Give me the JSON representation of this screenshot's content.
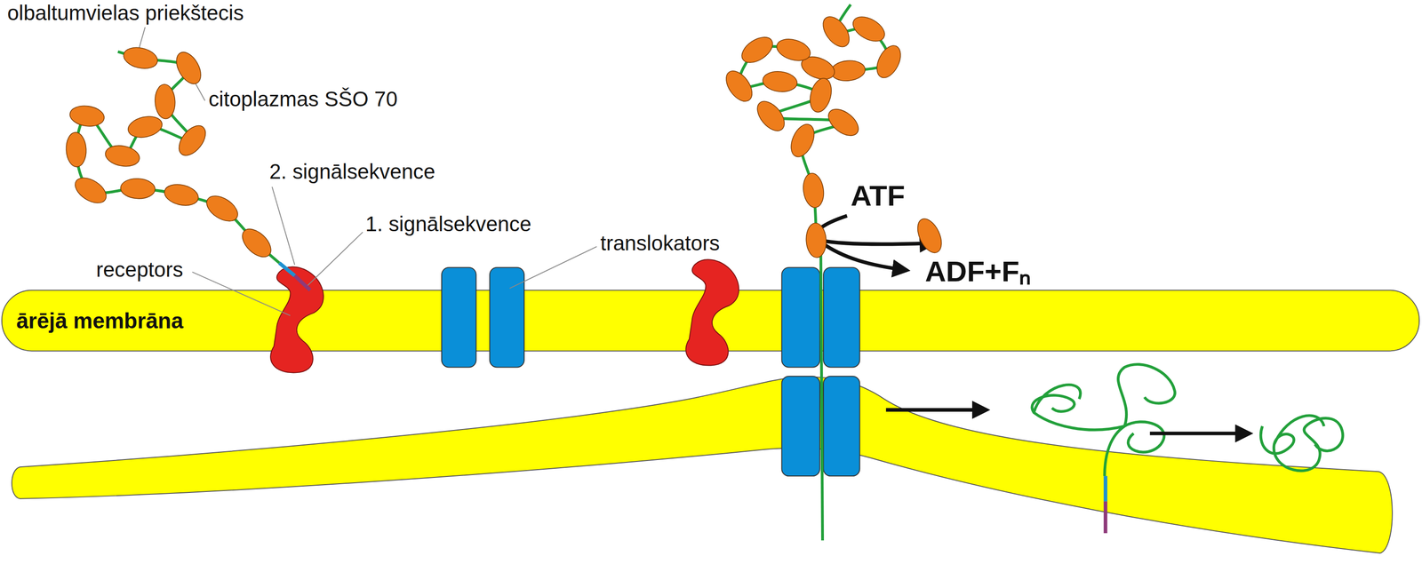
{
  "diagram": {
    "nodes": [
      {
        "text": [
          "ārējā membrāna"
        ]
      }
    ],
    "labels": [
      "olbaltumvielas priekštecis",
      "citoplazmas SŠO 70",
      "2. signālsekvence",
      "1. signālsekvence",
      "receptors",
      "translokators",
      "ATF",
      "ADF+Fₙ"
    ]
  }
}
